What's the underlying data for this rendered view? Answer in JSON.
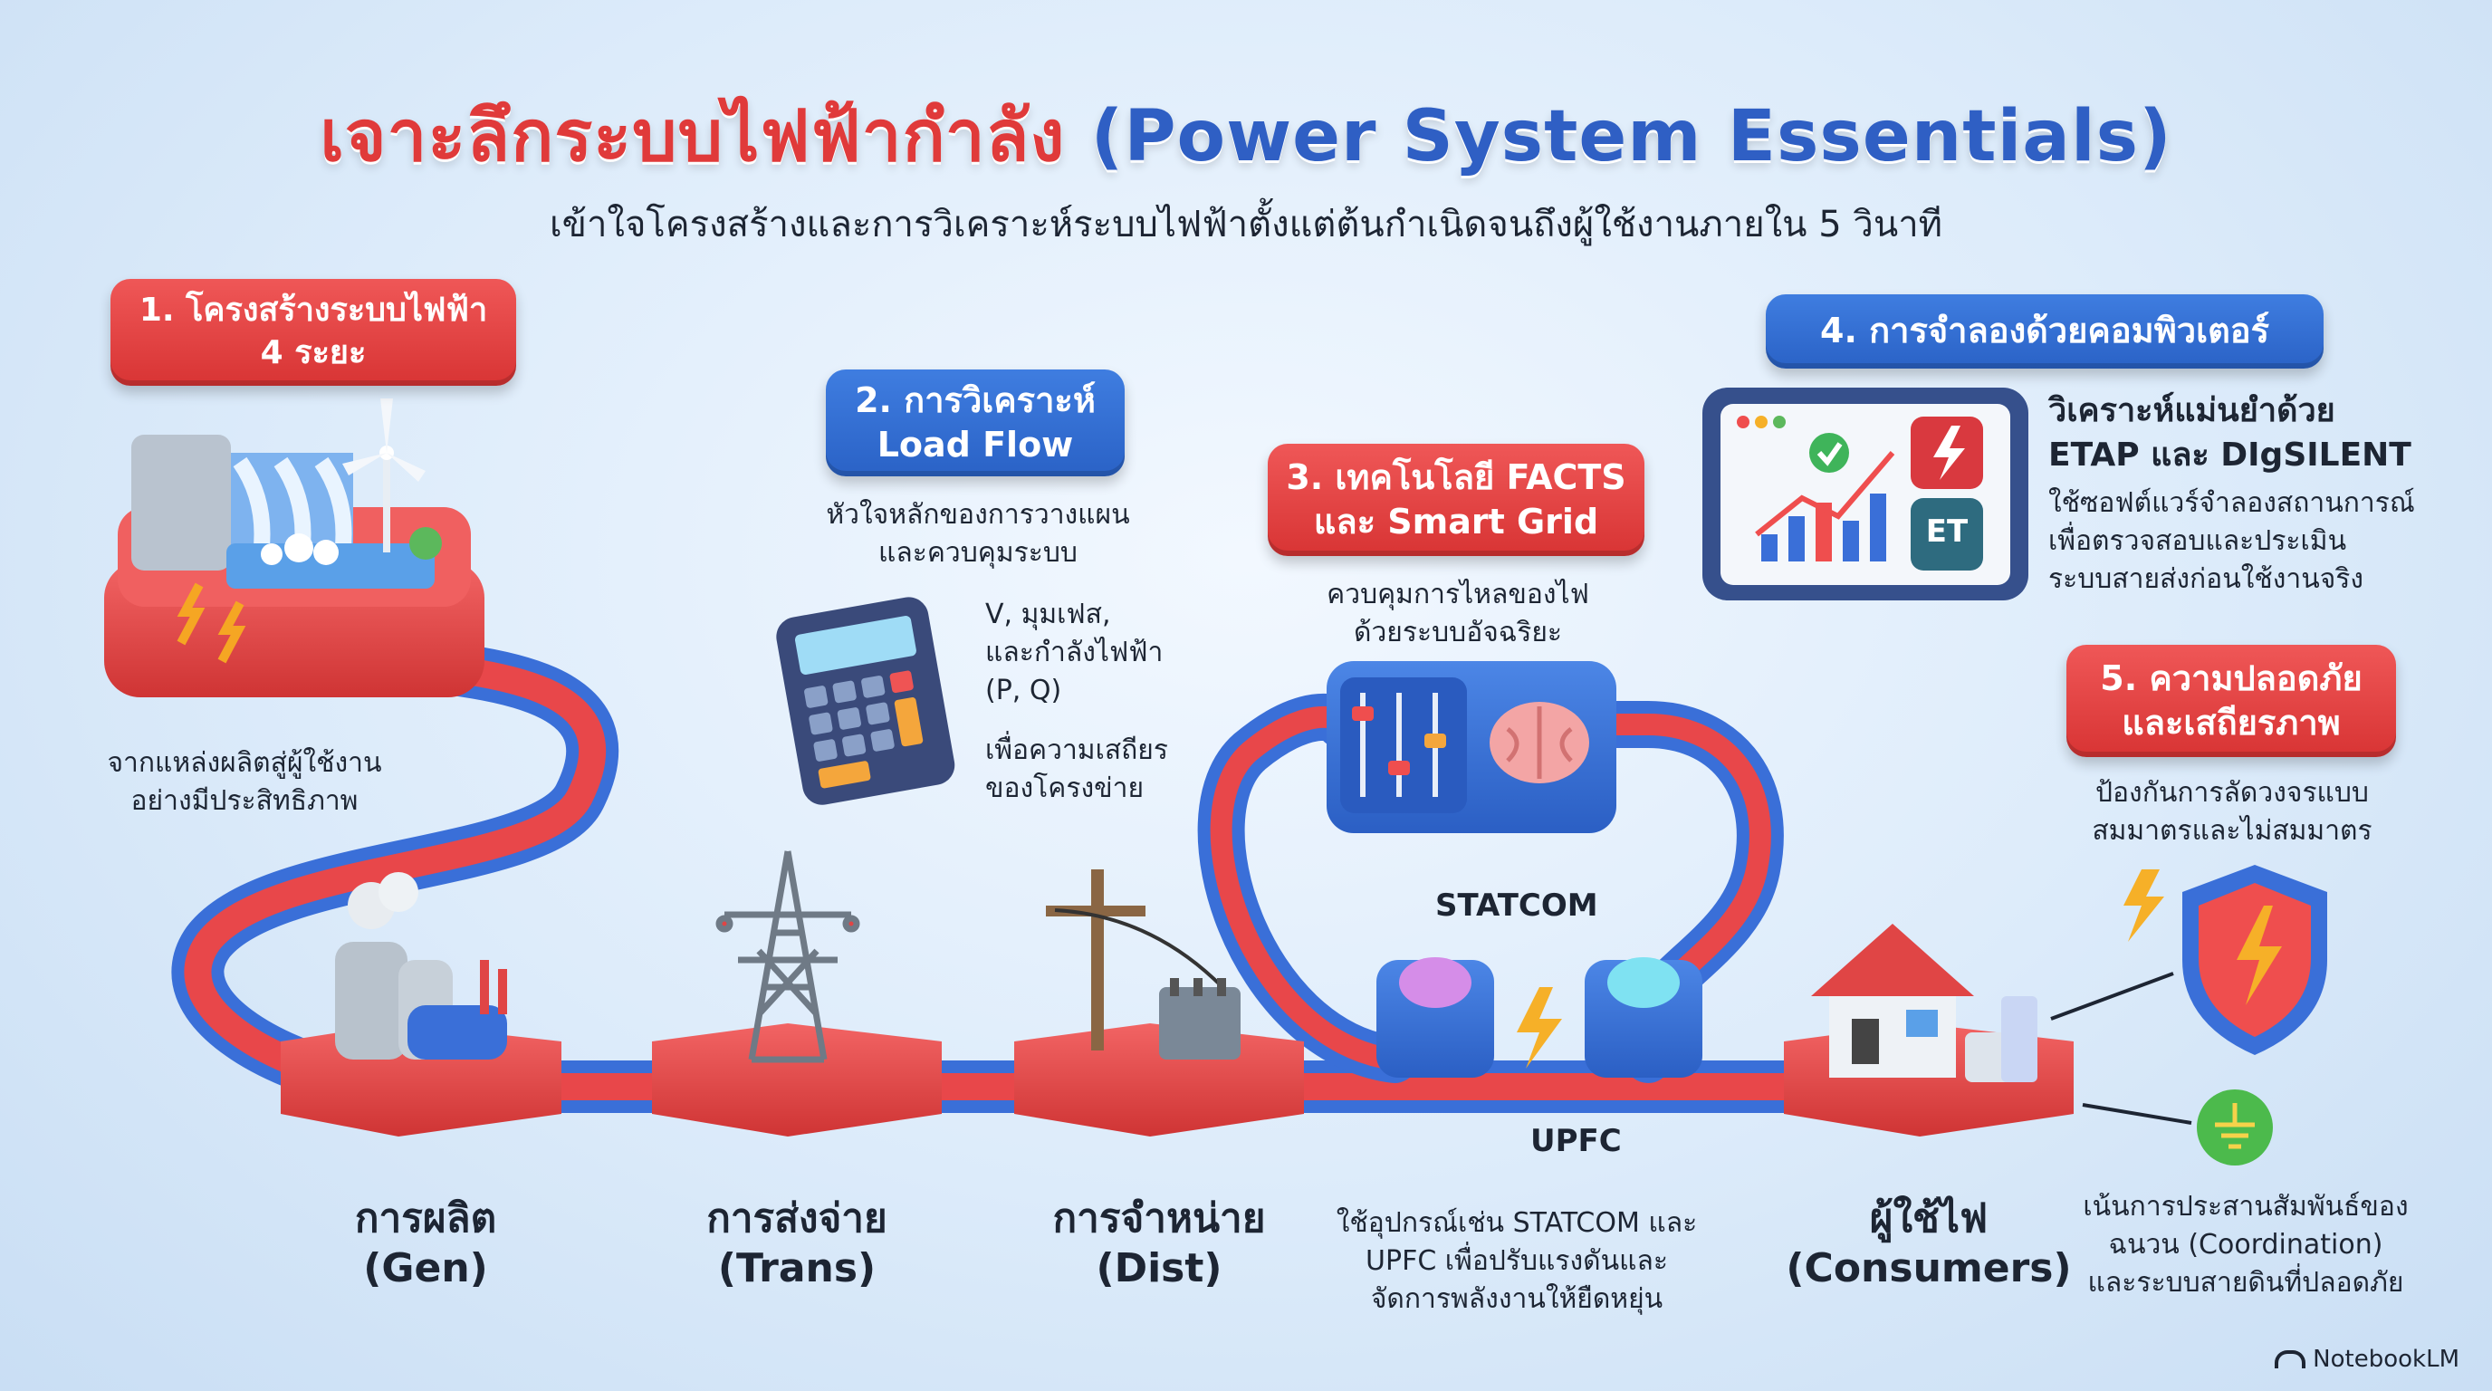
{
  "title": {
    "th": "เจาะลึกระบบไฟฟ้ากำลัง",
    "en": "(Power System Essentials)"
  },
  "subtitle": "เข้าใจโครงสร้างและการวิเคราะห์ระบบไฟฟ้าตั้งแต่ต้นกำเนิดจนถึงผู้ใช้งานภายใน 5 วินาที",
  "sections": {
    "s1": {
      "title": "1. โครงสร้างระบบไฟฟ้า\n4 ระยะ",
      "desc": "จากแหล่งผลิตสู่ผู้ใช้งาน\nอย่างมีประสิทธิภาพ"
    },
    "s2": {
      "title": "2. การวิเคราะห์\nLoad Flow",
      "desc": "หัวใจหลักของการวางแผน\nและควบคุมระบบ",
      "detail1": "V, มุมเฟส,\nและกำลังไฟฟ้า\n(P, Q)",
      "detail2": "เพื่อความเสถียร\nของโครงข่าย"
    },
    "s3": {
      "title": "3. เทคโนโลยี FACTS\nและ Smart Grid",
      "desc": "ควบคุมการไหลของไฟ\nด้วยระบบอัจฉริยะ",
      "statcom": "STATCOM",
      "upfc": "UPFC",
      "detail": "ใช้อุปกรณ์เช่น STATCOM และ\nUPFC เพื่อปรับแรงดันและ\nจัดการพลังงานให้ยืดหยุ่น"
    },
    "s4": {
      "title": "4. การจำลองด้วยคอมพิวเตอร์",
      "heading": "วิเคราะห์แม่นยำด้วย\nETAP และ DIgSILENT",
      "desc": "ใช้ซอฟต์แวร์จำลองสถานการณ์\nเพื่อตรวจสอบและประเมิน\nระบบสายส่งก่อนใช้งานจริง",
      "et_label": "ET"
    },
    "s5": {
      "title": "5. ความปลอดภัย\nและเสถียรภาพ",
      "desc": "ป้องกันการลัดวงจรแบบ\nสมมาตรและไม่สมมาตร",
      "detail": "เน้นการประสานสัมพันธ์ของ\nฉนวน (Coordination)\nและระบบสายดินที่ปลอดภัย"
    }
  },
  "stages": [
    {
      "th": "การผลิต",
      "en": "(Gen)"
    },
    {
      "th": "การส่งจ่าย",
      "en": "(Trans)"
    },
    {
      "th": "การจำหน่าย",
      "en": "(Dist)"
    },
    {
      "th": "ผู้ใช้ไฟ",
      "en": "(Consumers)"
    }
  ],
  "footer": {
    "brand": "NotebookLM"
  },
  "colors": {
    "red": "#e03a3a",
    "blue": "#2f5fc4",
    "cable_red": "#e8474a",
    "cable_blue": "#3a6fd8",
    "platform": "#e84a4a"
  },
  "icons": [
    "hydro-dam-icon",
    "wind-turbine-icon",
    "lightning-icon",
    "power-plant-icon",
    "transmission-tower-icon",
    "utility-pole-icon",
    "transformer-icon",
    "calculator-icon",
    "brain-icon",
    "equalizer-icon",
    "house-icon",
    "shield-icon",
    "ground-icon",
    "chart-icon",
    "check-icon",
    "notebooklm-icon"
  ]
}
